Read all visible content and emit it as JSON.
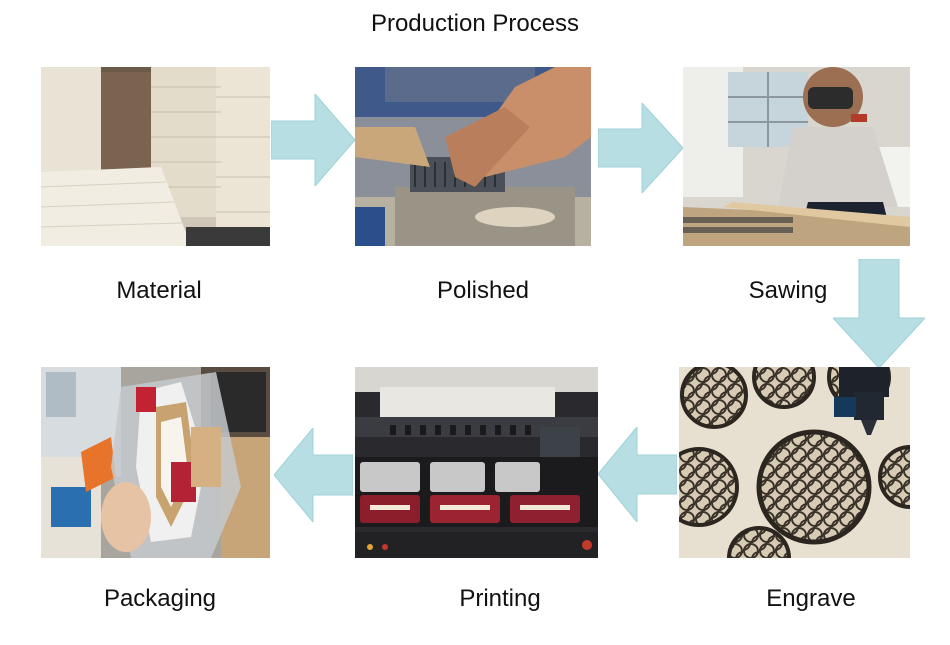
{
  "title": "Production Process",
  "steps": [
    {
      "label": "Material",
      "icon": "wood-stack-photo"
    },
    {
      "label": "Polished",
      "icon": "polishing-photo"
    },
    {
      "label": "Sawing",
      "icon": "sawing-photo"
    },
    {
      "label": "Engrave",
      "icon": "laser-engrave-photo"
    },
    {
      "label": "Printing",
      "icon": "uv-printer-photo"
    },
    {
      "label": "Packaging",
      "icon": "packaging-photo"
    }
  ],
  "colors": {
    "arrow_fill": "#b7dfe3",
    "arrow_stroke": "#9fd0d6"
  }
}
